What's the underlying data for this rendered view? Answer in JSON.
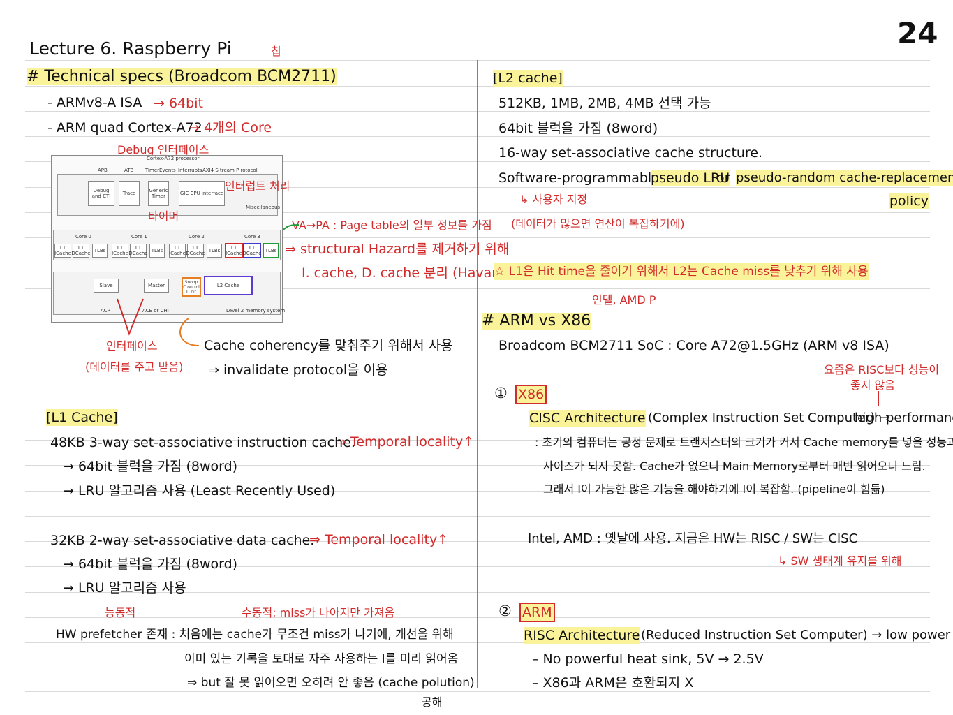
{
  "page_number": "24",
  "title": "Lecture 6. Raspberry Pi",
  "title_note": "칩",
  "left": {
    "specs_heading": "# Technical specs (Broadcom BCM2711)",
    "isa": "- ARMv8-A ISA",
    "isa_note": "→ 64bit",
    "cortex": "- ARM quad Cortex-A72",
    "cortex_note": "→ 4개의 Core",
    "debug_note": "Debug 인터페이스",
    "interrupt_note": "인터럽트 처리",
    "timer_note": "타이머",
    "vapa_note": "VA→PA : Page table의 일부 정보를 가짐",
    "structural_1": "⇒ structural Hazard를 제거하기 위해",
    "structural_2": "I. cache, D. cache 분리 (Havard)",
    "interface_note": "인터페이스",
    "interface_sub": "(데이터를 주고 받음)",
    "coherency_1": "Cache coherency를 맞춰주기 위해서 사용",
    "coherency_2": "⇒ invalidate protocol을 이용",
    "l1_heading": "[L1 Cache]",
    "l1_i_1": "48KB 3-way set-associative instruction cache.",
    "l1_i_note": "⇒ Temporal locality↑",
    "l1_i_2": "→ 64bit 블럭을 가짐 (8word)",
    "l1_i_3": "→ LRU 알고리즘 사용 (Least Recently Used)",
    "l1_d_1": "32KB 2-way set-associative data cache.",
    "l1_d_note": "⇒ Temporal locality↑",
    "l1_d_2": "→ 64bit 블럭을 가짐 (8word)",
    "l1_d_3": "→ LRU 알고리즘 사용",
    "hw_active": "능동적",
    "hw_passive": "수동적: miss가 나아지만 가져옴",
    "hw_1": "HW prefetcher 존재 : 처음에는 cache가 무조건 miss가 나기에, 개선을 위해",
    "hw_2": "이미 있는 기록을 토대로 자주 사용하는 I를 미리 읽어옴",
    "hw_3": "⇒ but 잘 못 읽어오면 오히려 안 좋음 (cache polution)",
    "hw_4": "공해"
  },
  "diagram": {
    "title": "Cortex-A72 processor",
    "apb": "APB",
    "atb": "ATB",
    "timer_events": "TimerEvents",
    "interrupts": "Interrupts",
    "axi": "AXI4 S tream P rotocol",
    "debug": "Debug and CTI",
    "trace": "Trace",
    "generic_timer": "Generic Timer",
    "gic": "GIC CPU interface",
    "misc": "Miscellaneous",
    "core0": "Core 0",
    "core1": "Core 1",
    "core2": "Core 2",
    "core3": "Core 3",
    "l1i": "L1 ICache",
    "l1d": "L1 DCache",
    "tlbs": "TLBs",
    "slave": "Slave",
    "master": "Master",
    "snoop": "Snoop C ontrol U nit",
    "l2": "L2 Cache",
    "acp": "ACP",
    "ace": "ACE or CHI",
    "l2mem": "Level 2 memory system"
  },
  "right": {
    "l2_heading": "[L2 cache]",
    "l2_1": "512KB, 1MB, 2MB, 4MB 선택 가능",
    "l2_2": "64bit 블럭을 가짐 (8word)",
    "l2_3": "16-way set-associative cache structure.",
    "l2_4a": "Software-programmable",
    "l2_4b": "pseudo LRU",
    "l2_4c": "or",
    "l2_4d": "pseudo-random cache-replacement",
    "l2_4e": "policy",
    "l2_user": "↳ 사용자 지정",
    "l2_reason": "(데이터가 많으면 연산이 복잡하기에)",
    "l2_star": "☆ L1은 Hit time을 줄이기 위해서 L2는 Cache miss를 낮추기 위해 사용",
    "intel_amd": "인텔, AMD P",
    "arm_heading": "# ARM vs X86",
    "broadcom": "Broadcom BCM2711 SoC : Core A72@1.5GHz (ARM v8 ISA)",
    "risc_note_1": "요즘은 RISC보다 성능이",
    "risc_note_2": "좋지 않음",
    "x86_num": "①",
    "x86": "X86",
    "cisc_a": "CISC Architecture",
    "cisc_b": "(Complex Instruction Set Computer) →",
    "cisc_c": "high performance",
    "cisc_1": ": 초기의 컴퓨터는 공정 문제로 트랜지스터의 크기가 커서 Cache memory를 넣을 성능과",
    "cisc_2": "사이즈가 되지 못함. Cache가 없으니 Main Memory로부터 매번 읽어오니 느림.",
    "cisc_3": "그래서 I이 가능한 많은 기능을 해야하기에 I이 복잡함. (pipeline이 힘듦)",
    "intel_used": "Intel, AMD : 옛날에 사용. 지금은 HW는 RISC / SW는 CISC",
    "sw_eco": "↳ SW 생태계 유지를 위해",
    "arm_num": "②",
    "arm": "ARM",
    "risc_a": "RISC Architecture",
    "risc_b": "(Reduced Instruction Set Computer) → low power",
    "risc_1": "– No powerful heat sink, 5V → 2.5V",
    "risc_2": "– X86과 ARM은 호환되지 X"
  }
}
